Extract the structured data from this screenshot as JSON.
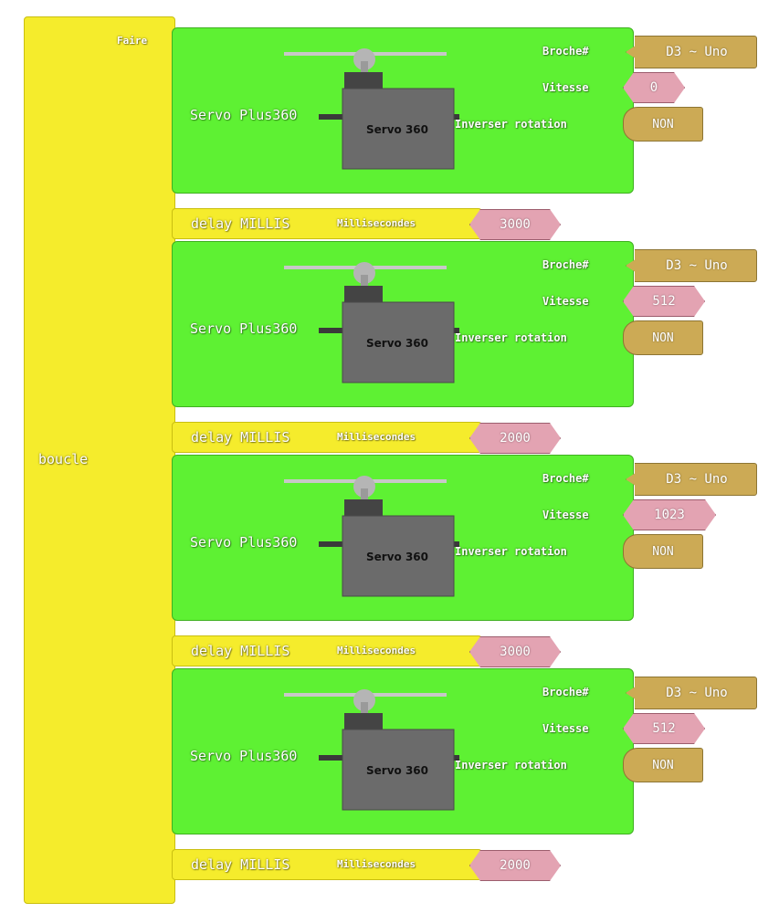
{
  "loop": {
    "label": "boucle",
    "do_label": "Faire"
  },
  "colors": {
    "loop_yellow": "#f5ec2c",
    "servo_green": "#5ef133",
    "pin_tan": "#ccaa55",
    "number_pink": "#e3a3b2",
    "servo_gray": "#6b6b6b"
  },
  "servo_blocks": [
    {
      "title": "Servo Plus360",
      "image_caption": "Servo 360",
      "broche_label": "Broche#",
      "broche_value": "D3 ~ Uno",
      "vitesse_label": "Vitesse",
      "vitesse_value": "0",
      "inverser_label": "Inverser rotation",
      "inverser_value": "NON"
    },
    {
      "title": "Servo Plus360",
      "image_caption": "Servo 360",
      "broche_label": "Broche#",
      "broche_value": "D3 ~ Uno",
      "vitesse_label": "Vitesse",
      "vitesse_value": "512",
      "inverser_label": "Inverser rotation",
      "inverser_value": "NON"
    },
    {
      "title": "Servo Plus360",
      "image_caption": "Servo 360",
      "broche_label": "Broche#",
      "broche_value": "D3 ~ Uno",
      "vitesse_label": "Vitesse",
      "vitesse_value": "1023",
      "inverser_label": "Inverser rotation",
      "inverser_value": "NON"
    },
    {
      "title": "Servo Plus360",
      "image_caption": "Servo 360",
      "broche_label": "Broche#",
      "broche_value": "D3 ~ Uno",
      "vitesse_label": "Vitesse",
      "vitesse_value": "512",
      "inverser_label": "Inverser rotation",
      "inverser_value": "NON"
    }
  ],
  "delay_blocks": [
    {
      "title": "delay MILLIS",
      "ms_label": "Millisecondes",
      "value": "3000"
    },
    {
      "title": "delay MILLIS",
      "ms_label": "Millisecondes",
      "value": "2000"
    },
    {
      "title": "delay MILLIS",
      "ms_label": "Millisecondes",
      "value": "3000"
    },
    {
      "title": "delay MILLIS",
      "ms_label": "Millisecondes",
      "value": "2000"
    }
  ]
}
